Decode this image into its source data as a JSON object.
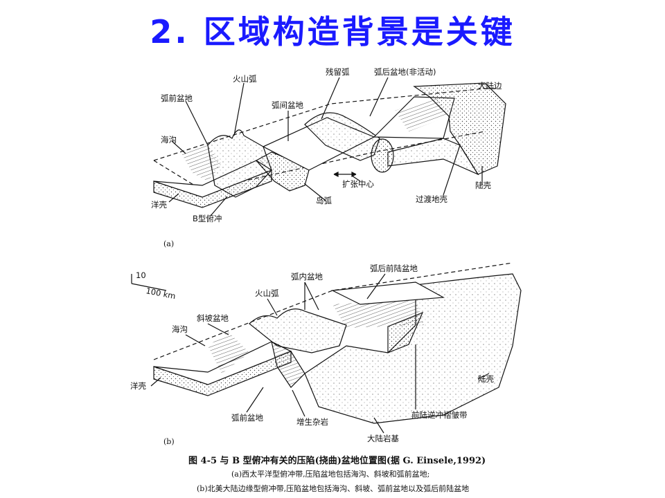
{
  "slide": {
    "title": "2. 区域构造背景是关键",
    "title_color": "#1a1aff"
  },
  "panel_a": {
    "tag": "(a)",
    "labels": {
      "volcanic_arc": "火山弧",
      "remnant_arc": "残留弧",
      "backarc_basin_inactive": "弧后盆地(非活动)",
      "continental_margin": "大陆边",
      "forearc_basin": "弧前盆地",
      "interarc_basin": "弧间盆地",
      "trench": "海沟",
      "spreading_center": "扩张中心",
      "transitional_crust": "过渡地壳",
      "continental_crust": "陆壳",
      "oceanic_crust": "洋壳",
      "island_arc": "岛弧",
      "b_subduction": "B型俯冲"
    }
  },
  "panel_b": {
    "tag": "(b)",
    "scale_vertical": "10",
    "scale_horizontal": "100 km",
    "labels": {
      "backarc_foreland_basin": "弧后前陆盆地",
      "intra_arc_basin": "弧内盆地",
      "volcanic_arc": "火山弧",
      "slope_basin": "斜坡盆地",
      "trench": "海沟",
      "oceanic_crust": "洋壳",
      "continental_crust": "陆壳",
      "forearc_basin": "弧前盆地",
      "accretionary_melange": "增生杂岩",
      "foreland_thrust_fold_belt": "前陆逆冲褶皱带",
      "continental_basement": "大陆岩基"
    }
  },
  "caption": {
    "main": "图 4-5    与 B 型俯冲有关的压陷(挠曲)盆地位置图(据 G. Einsele,1992)",
    "line_a": "(a)西太平洋型俯冲带,压陷盆地包括海沟、斜坡和弧前盆地;",
    "line_b": "(b)北美大陆边缘型俯冲带,压陷盆地包括海沟、斜坡、弧前盆地以及弧后前陆盆地"
  }
}
